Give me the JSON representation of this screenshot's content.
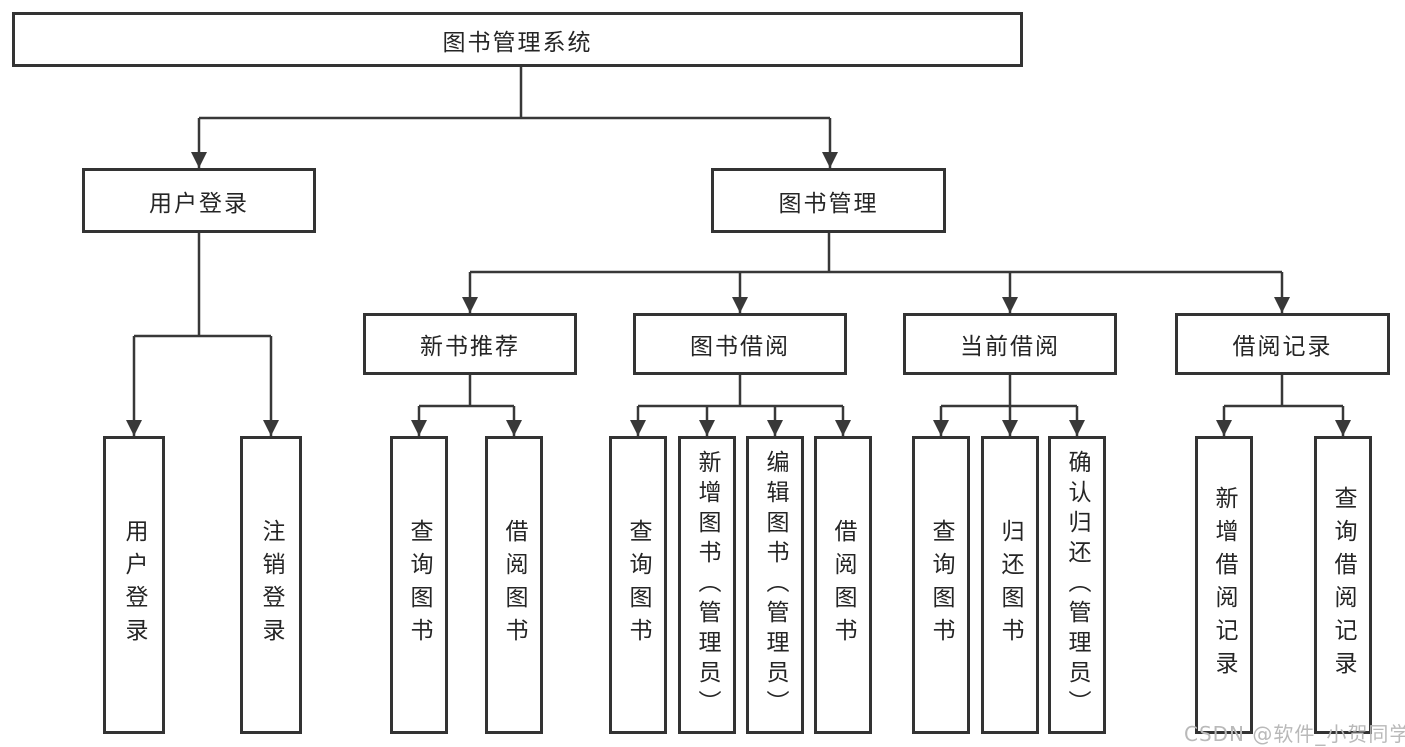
{
  "diagram": {
    "type": "hierarchy-tree",
    "colors": {
      "background": "#ffffff",
      "line": "#383838",
      "box_border": "#333333",
      "box_fill": "#ffffff",
      "text": "#252525",
      "watermark": "#b9b9b9"
    },
    "root": {
      "id": "library-management-system",
      "label": "图书管理系统"
    },
    "level2": [
      {
        "id": "user-login-module",
        "label": "用户登录",
        "parent": "图书管理系统"
      },
      {
        "id": "book-management-module",
        "label": "图书管理",
        "parent": "图书管理系统"
      }
    ],
    "level3": [
      {
        "id": "new-book-recommend",
        "label": "新书推荐",
        "parent": "图书管理"
      },
      {
        "id": "book-borrowing",
        "label": "图书借阅",
        "parent": "图书管理"
      },
      {
        "id": "current-borrowing",
        "label": "当前借阅",
        "parent": "图书管理"
      },
      {
        "id": "borrowing-records",
        "label": "借阅记录",
        "parent": "图书管理"
      }
    ],
    "leaves": [
      {
        "id": "user-login",
        "label": "用户登录",
        "parent": "用户登录"
      },
      {
        "id": "logout",
        "label": "注销登录",
        "parent": "用户登录"
      },
      {
        "id": "recommend-query-books",
        "label": "查询图书",
        "parent": "新书推荐"
      },
      {
        "id": "recommend-borrow-books",
        "label": "借阅图书",
        "parent": "新书推荐"
      },
      {
        "id": "borrowing-query-books",
        "label": "查询图书",
        "parent": "图书借阅"
      },
      {
        "id": "borrowing-add-books-admin",
        "label": "新增图书（管理员）",
        "parent": "图书借阅"
      },
      {
        "id": "borrowing-edit-books-admin",
        "label": "编辑图书（管理员）",
        "parent": "图书借阅"
      },
      {
        "id": "borrowing-borrow-books",
        "label": "借阅图书",
        "parent": "图书借阅"
      },
      {
        "id": "current-query-books",
        "label": "查询图书",
        "parent": "当前借阅"
      },
      {
        "id": "current-return-books",
        "label": "归还图书",
        "parent": "当前借阅"
      },
      {
        "id": "current-confirm-return-admin",
        "label": "确认归还（管理员）",
        "parent": "当前借阅"
      },
      {
        "id": "records-add-borrow-record",
        "label": "新增借阅记录",
        "parent": "借阅记录"
      },
      {
        "id": "records-query-borrow-record",
        "label": "查询借阅记录",
        "parent": "借阅记录"
      }
    ],
    "watermark": {
      "text": "CSDN @软件_小贺同学"
    }
  }
}
